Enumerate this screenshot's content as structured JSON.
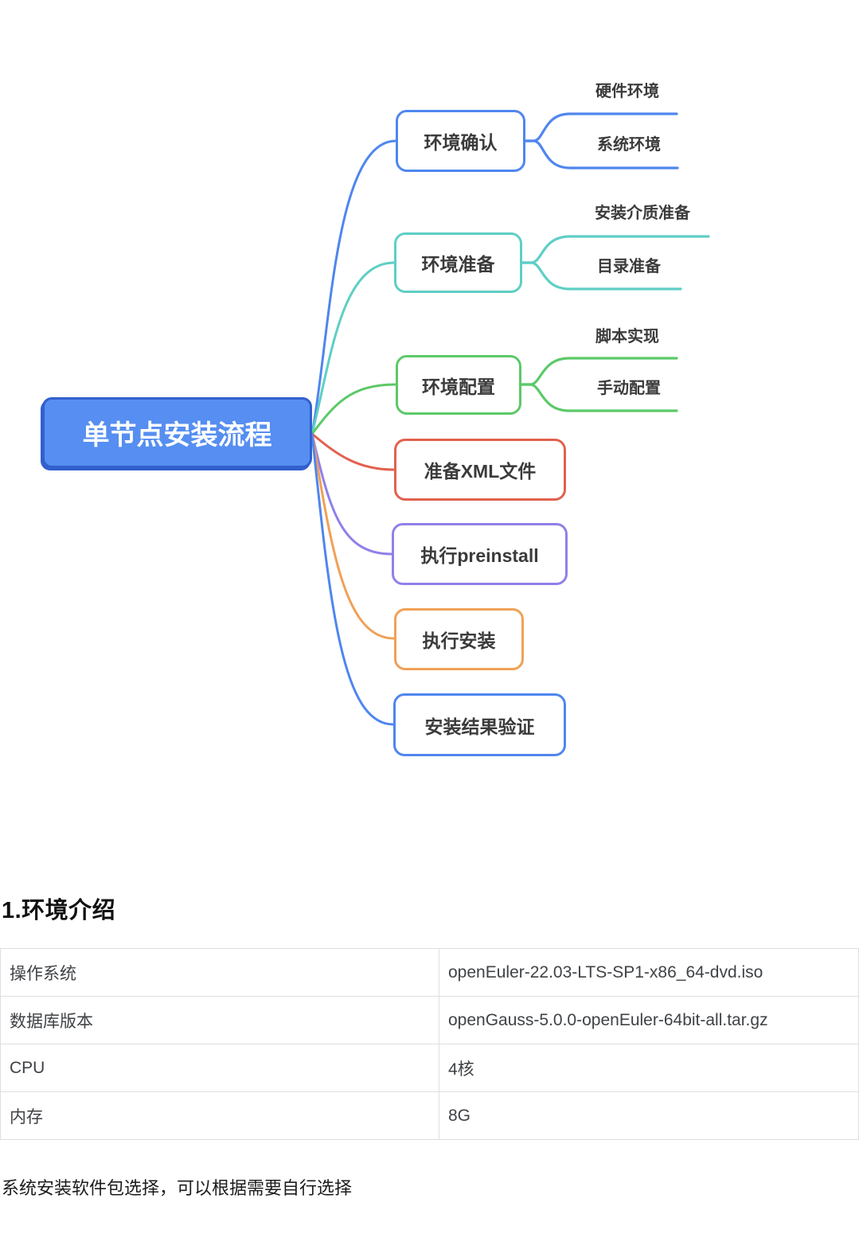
{
  "mindmap": {
    "root": {
      "label": "单节点安装流程",
      "fill": "#568ef1",
      "border": "#3160cd"
    },
    "branches": [
      {
        "label": "环境确认",
        "color": "#4f86ef",
        "children": [
          {
            "label": "硬件环境"
          },
          {
            "label": "系统环境"
          }
        ]
      },
      {
        "label": "环境准备",
        "color": "#5ecfc5",
        "children": [
          {
            "label": "安装介质准备"
          },
          {
            "label": "目录准备"
          }
        ]
      },
      {
        "label": "环境配置",
        "color": "#5cc968",
        "children": [
          {
            "label": "脚本实现"
          },
          {
            "label": "手动配置"
          }
        ]
      },
      {
        "label": "准备XML文件",
        "color": "#e2614f",
        "children": []
      },
      {
        "label": "执行preinstall",
        "color": "#9180e9",
        "children": []
      },
      {
        "label": "执行安装",
        "color": "#f0a156",
        "children": []
      },
      {
        "label": "安装结果验证",
        "color": "#4f86ef",
        "children": []
      }
    ]
  },
  "section": {
    "heading": "1.环境介绍"
  },
  "env_table": {
    "rows": [
      {
        "key": "操作系统",
        "value": "openEuler-22.03-LTS-SP1-x86_64-dvd.iso"
      },
      {
        "key": "数据库版本",
        "value": "openGauss-5.0.0-openEuler-64bit-all.tar.gz"
      },
      {
        "key": "CPU",
        "value": "4核"
      },
      {
        "key": "内存",
        "value": "8G"
      }
    ]
  },
  "footer_text": "系统安装软件包选择，可以根据需要自行选择",
  "colors": {
    "table_border": "#dcdfe3",
    "node_text": "#3b3b3b",
    "root_text": "#ffffff"
  }
}
